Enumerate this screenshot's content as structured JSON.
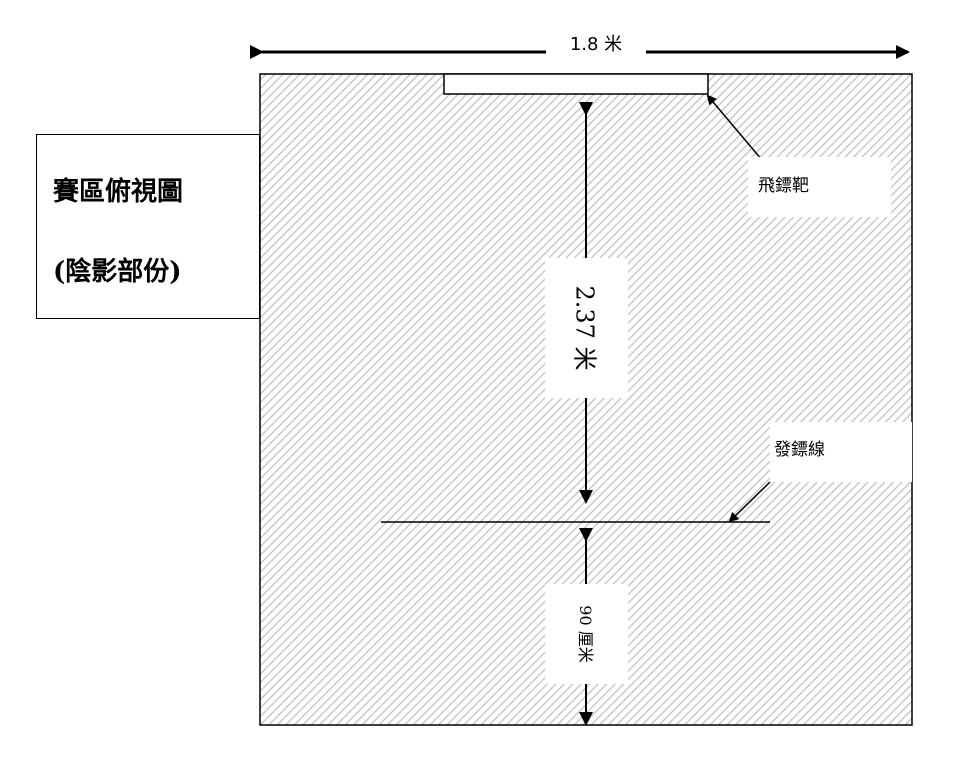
{
  "title_box": {
    "title": "賽區俯視圖",
    "subtitle": "(陰影部份)"
  },
  "width_label": "1.8 米",
  "target_label": "飛鏢靶",
  "throw_line_label": "發鏢線",
  "distance_label": "2.37 米",
  "bottom_distance_label": "90 厘米",
  "colors": {
    "hatch": "#c0c0c0",
    "line": "#000000"
  }
}
